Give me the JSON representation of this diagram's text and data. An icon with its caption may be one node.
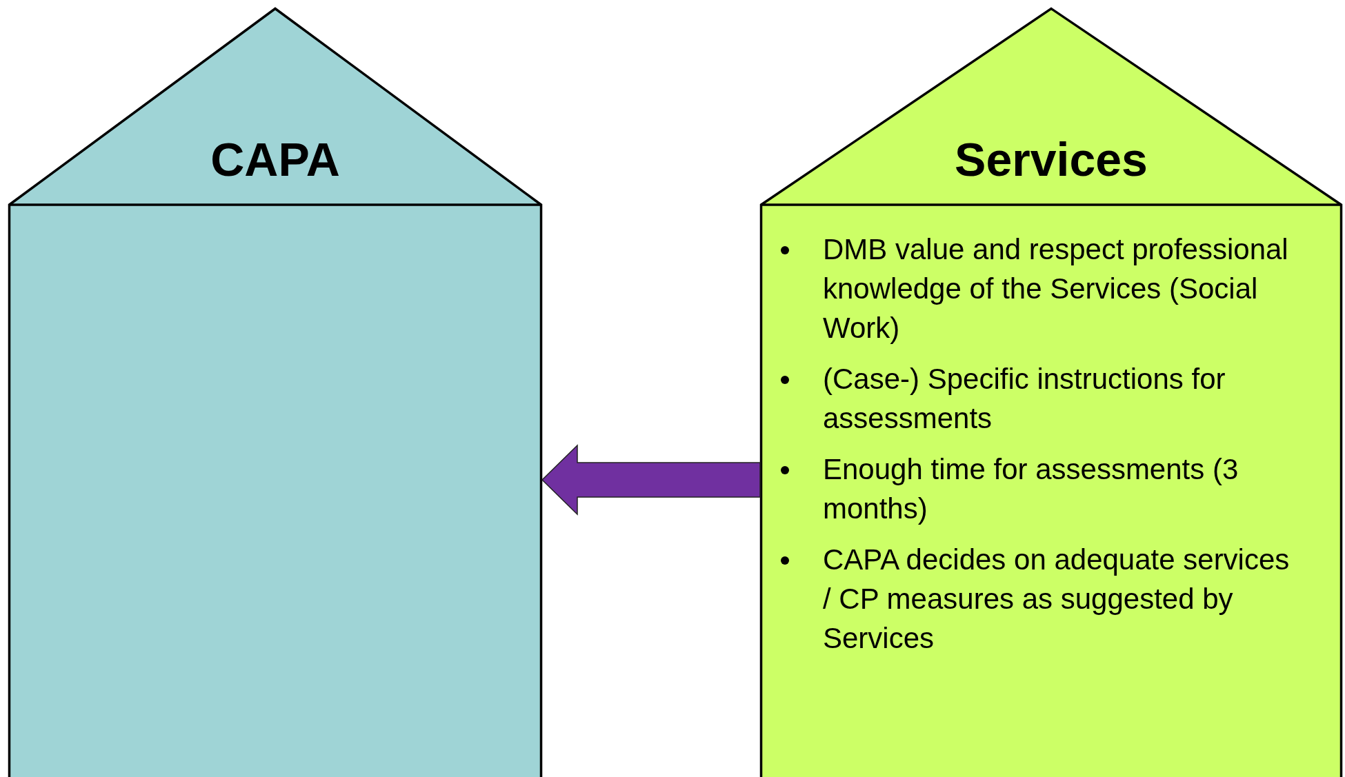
{
  "diagram": {
    "nodes": [
      {
        "text": [
          "CAPA"
        ]
      },
      {
        "text": [
          "Services",
          "DMB value and respect professional knowledge of the Services (Social Work)",
          "(Case-) Specific instructions for assessments",
          "Enough time for assessments (3 months)",
          "CAPA decides on adequate services / CP measures as suggested by Services"
        ]
      }
    ],
    "edges": [
      {
        "from": 1,
        "to": 0,
        "arrow": "to",
        "style": "thick",
        "color": "#7030a0"
      }
    ]
  }
}
